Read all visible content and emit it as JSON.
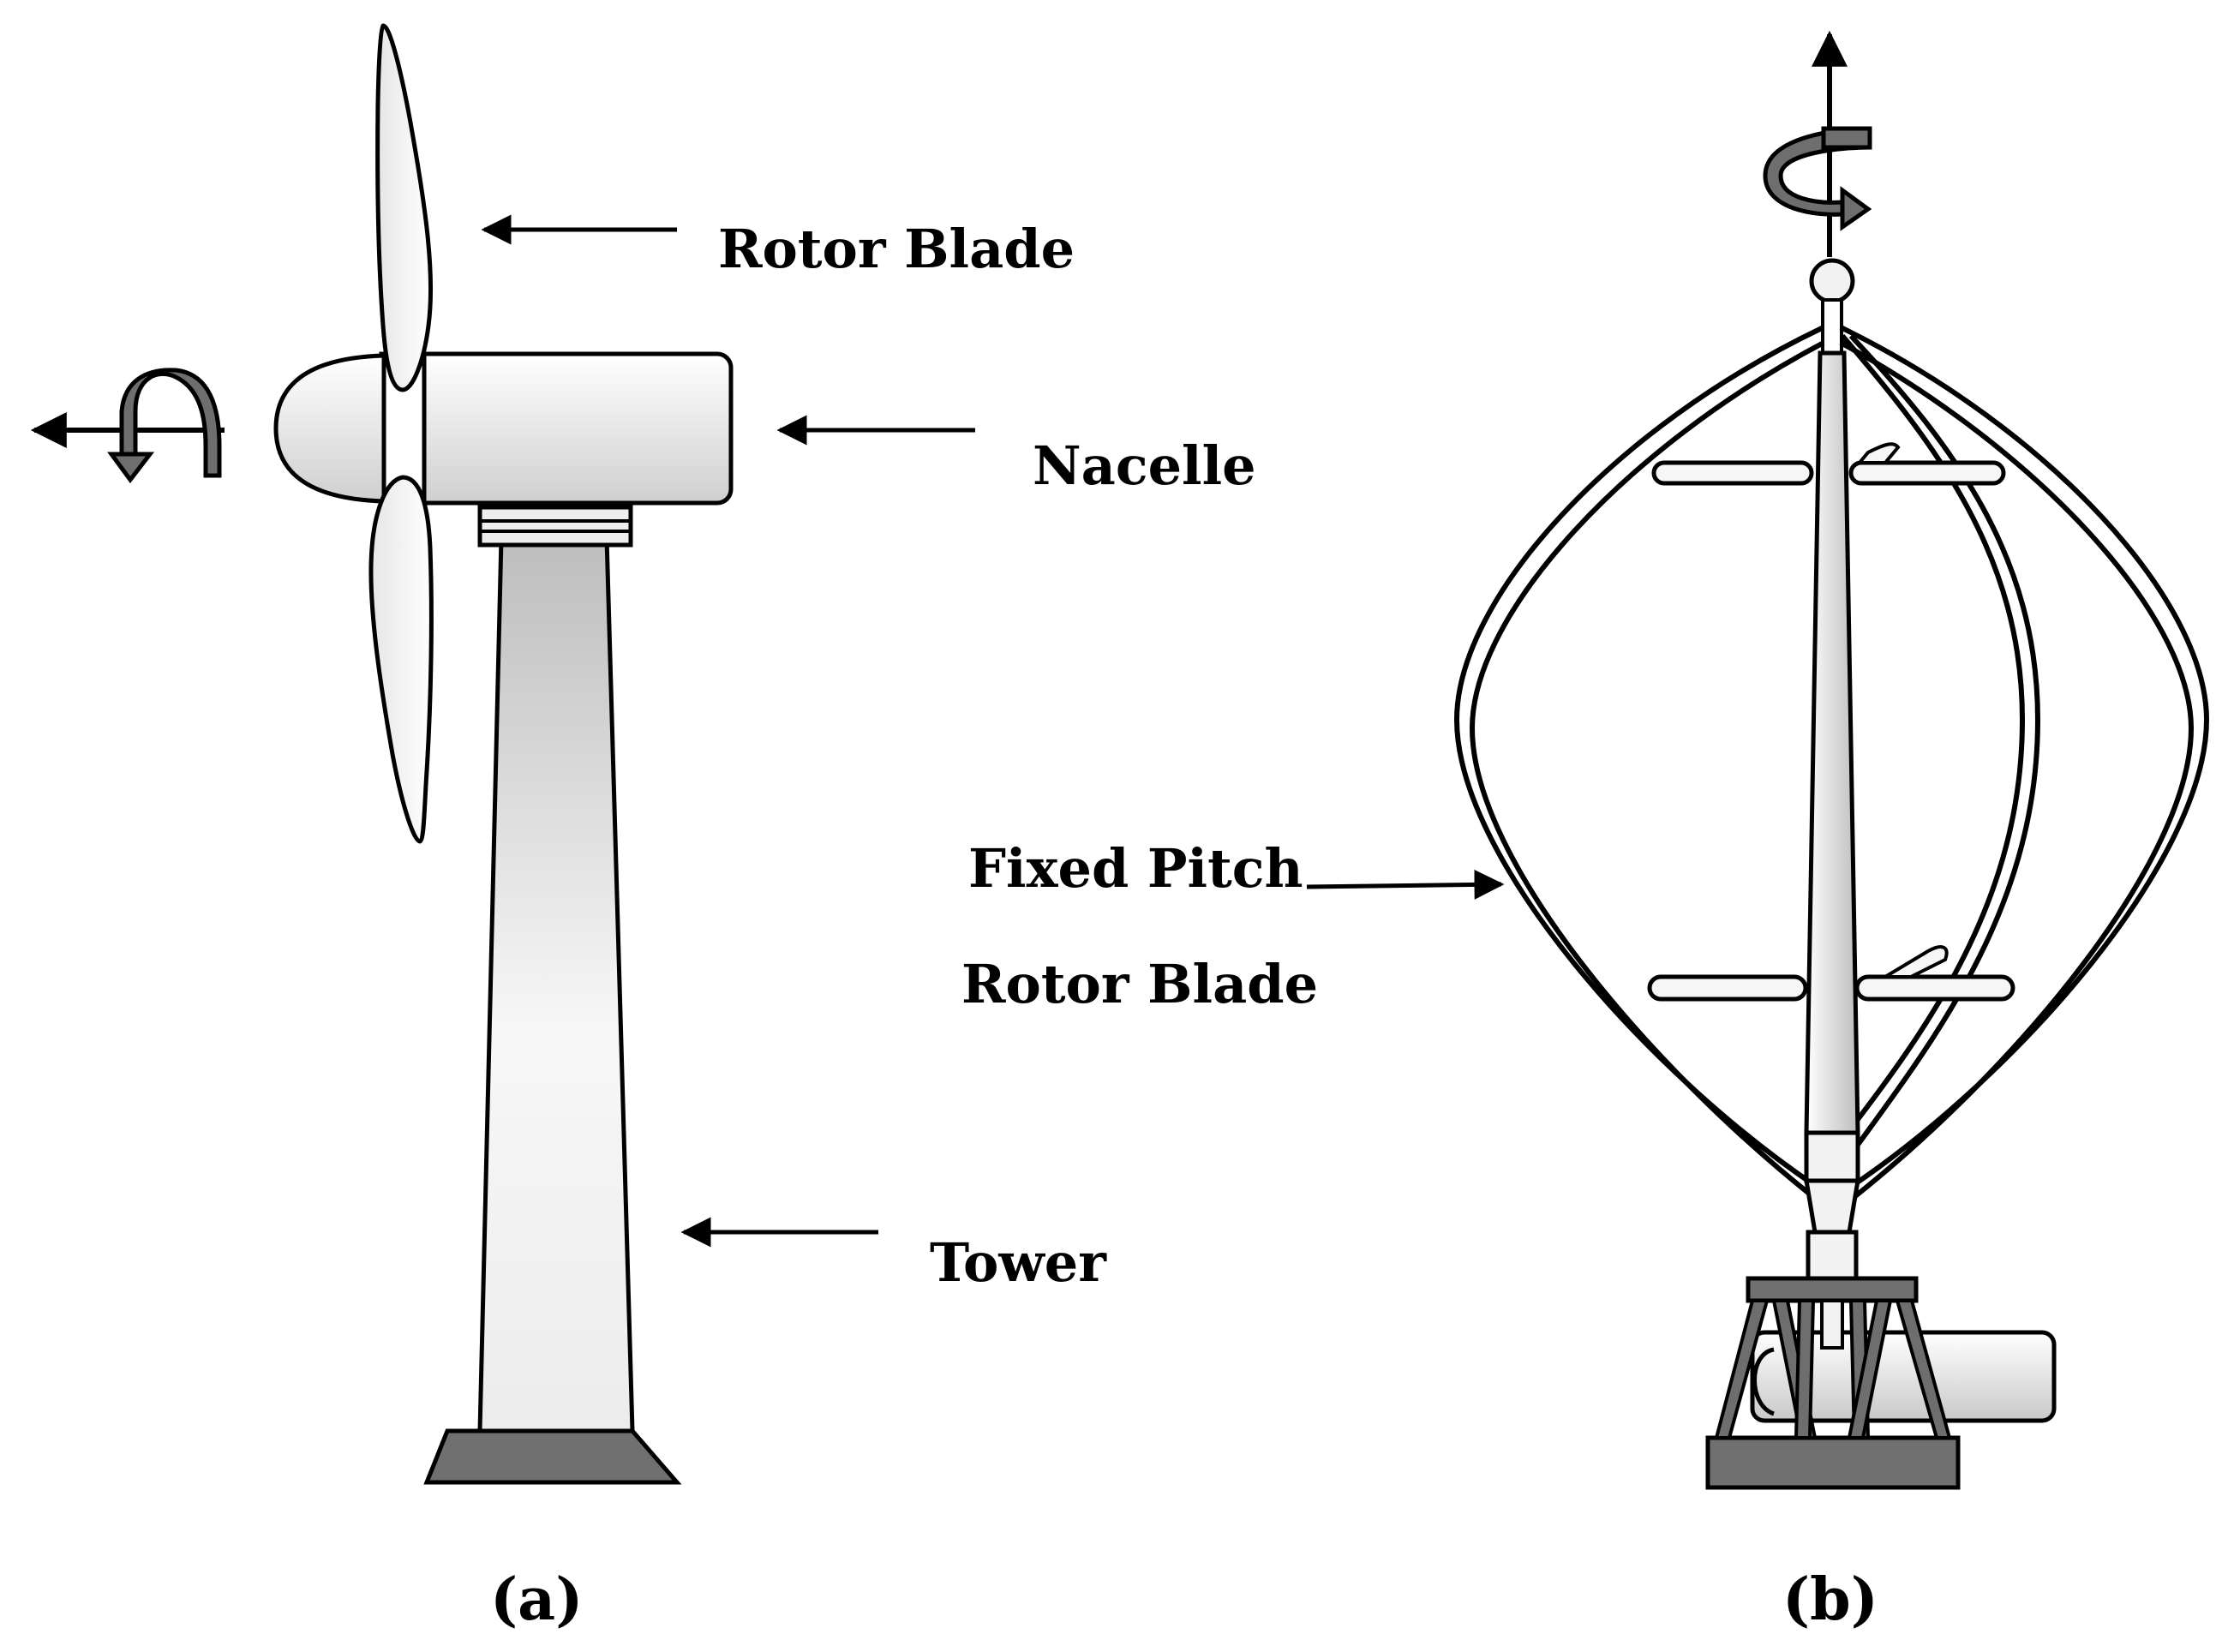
{
  "panel_a": {
    "caption": "(a)",
    "labels": {
      "rotor_blade": "Rotor Blade",
      "nacelle": "Nacelle",
      "tower": "Tower"
    }
  },
  "panel_b": {
    "caption": "(b)",
    "labels": {
      "fixed_pitch_line1": "Fixed Pitch",
      "fixed_pitch_line2": "Rotor Blade"
    }
  },
  "colors": {
    "outline": "#000000",
    "dark_gray": "#6e6e6e",
    "light_fill": "#f2f2f2",
    "mid_fill": "#c8c8c8"
  }
}
